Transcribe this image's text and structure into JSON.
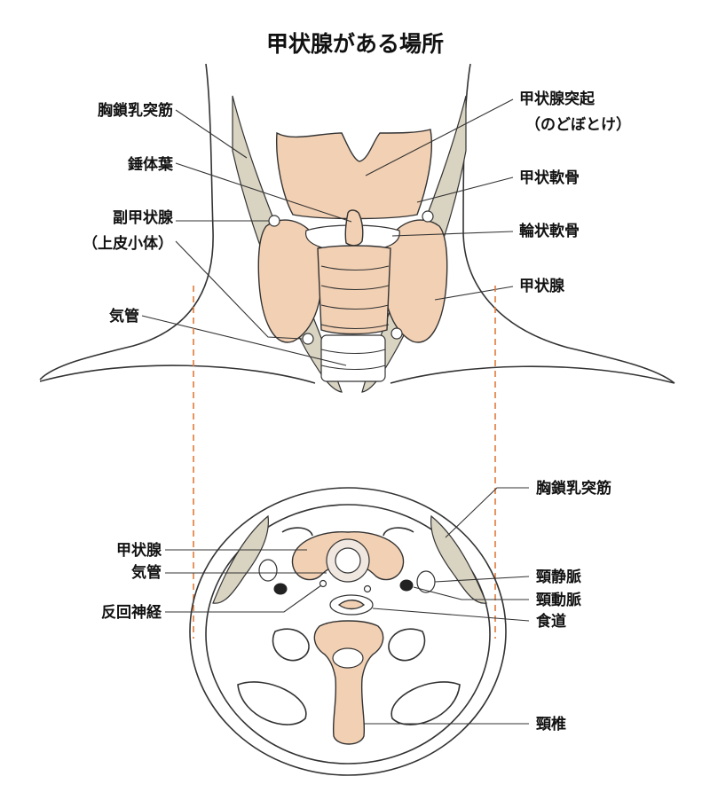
{
  "title": "甲状腺がある場所",
  "front_view": {
    "left_labels": [
      "胸鎖乳突筋",
      "錘体葉",
      "副甲状腺",
      "（上皮小体）",
      "気管"
    ],
    "right_labels": [
      "甲状腺突起",
      "（のどぼとけ）",
      "甲状軟骨",
      "輪状軟骨",
      "甲状腺"
    ]
  },
  "cross_section": {
    "left_labels": [
      "甲状腺",
      "気管",
      "反回神経"
    ],
    "right_labels": [
      "胸鎖乳突筋",
      "頸静脈",
      "頸動脈",
      "食道",
      "頸椎"
    ]
  },
  "colors": {
    "tissue": "#f2d0b3",
    "muscle": "#d9d3c2",
    "guide_line": "#e07a3a",
    "outline": "#333333"
  }
}
